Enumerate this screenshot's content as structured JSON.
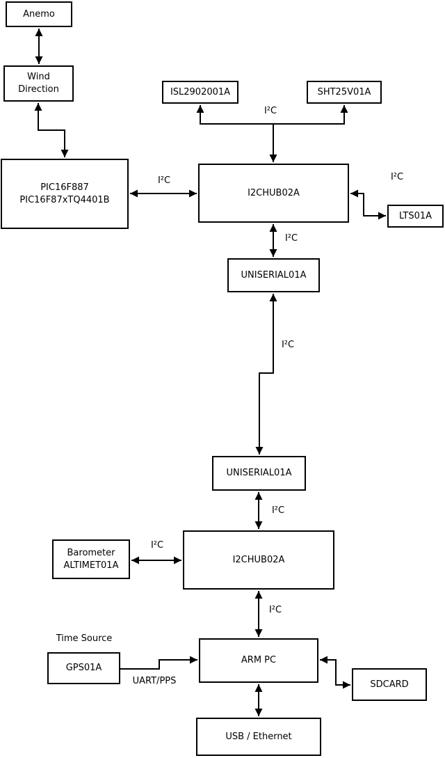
{
  "diagram": {
    "nodes": [
      {
        "id": "anemo",
        "lines": [
          "Anemo"
        ]
      },
      {
        "id": "wind-direction",
        "lines": [
          "Wind",
          "Direction"
        ]
      },
      {
        "id": "pic",
        "lines": [
          "PIC16F887",
          "PIC16F87xTQ4401B"
        ]
      },
      {
        "id": "isl",
        "lines": [
          "ISL2902001A"
        ]
      },
      {
        "id": "sht",
        "lines": [
          "SHT25V01A"
        ]
      },
      {
        "id": "hub1",
        "lines": [
          "I2CHUB02A"
        ]
      },
      {
        "id": "lts",
        "lines": [
          "LTS01A"
        ]
      },
      {
        "id": "uniserial1",
        "lines": [
          "UNISERIAL01A"
        ]
      },
      {
        "id": "uniserial2",
        "lines": [
          "UNISERIAL01A"
        ]
      },
      {
        "id": "barometer",
        "lines": [
          "Barometer",
          "ALTIMET01A"
        ]
      },
      {
        "id": "hub2",
        "lines": [
          "I2CHUB02A"
        ]
      },
      {
        "id": "gps",
        "lines": [
          "GPS01A"
        ]
      },
      {
        "id": "armpc",
        "lines": [
          "ARM PC"
        ]
      },
      {
        "id": "sdcard",
        "lines": [
          "SDCARD"
        ]
      },
      {
        "id": "usb-ethernet",
        "lines": [
          "USB / Ethernet"
        ]
      }
    ],
    "edge_labels": [
      {
        "id": "i2c-top-bus",
        "text": "I²C"
      },
      {
        "id": "i2c-pic-hub1",
        "text": "I²C"
      },
      {
        "id": "i2c-hub1-lts",
        "text": "I²C"
      },
      {
        "id": "i2c-hub1-uniserial1",
        "text": "I²C"
      },
      {
        "id": "i2c-uniserial-link",
        "text": "I²C"
      },
      {
        "id": "i2c-uniserial2-hub2",
        "text": "I²C"
      },
      {
        "id": "i2c-barometer-hub2",
        "text": "I²C"
      },
      {
        "id": "i2c-hub2-armpc",
        "text": "I²C"
      },
      {
        "id": "time-source",
        "text": "Time Source"
      },
      {
        "id": "uart-pps",
        "text": "UART/PPS"
      }
    ],
    "colors": {
      "line": "#000000",
      "box_border": "#000000",
      "box_fill": "#ffffff",
      "background": "#ffffff",
      "text": "#000000"
    }
  }
}
